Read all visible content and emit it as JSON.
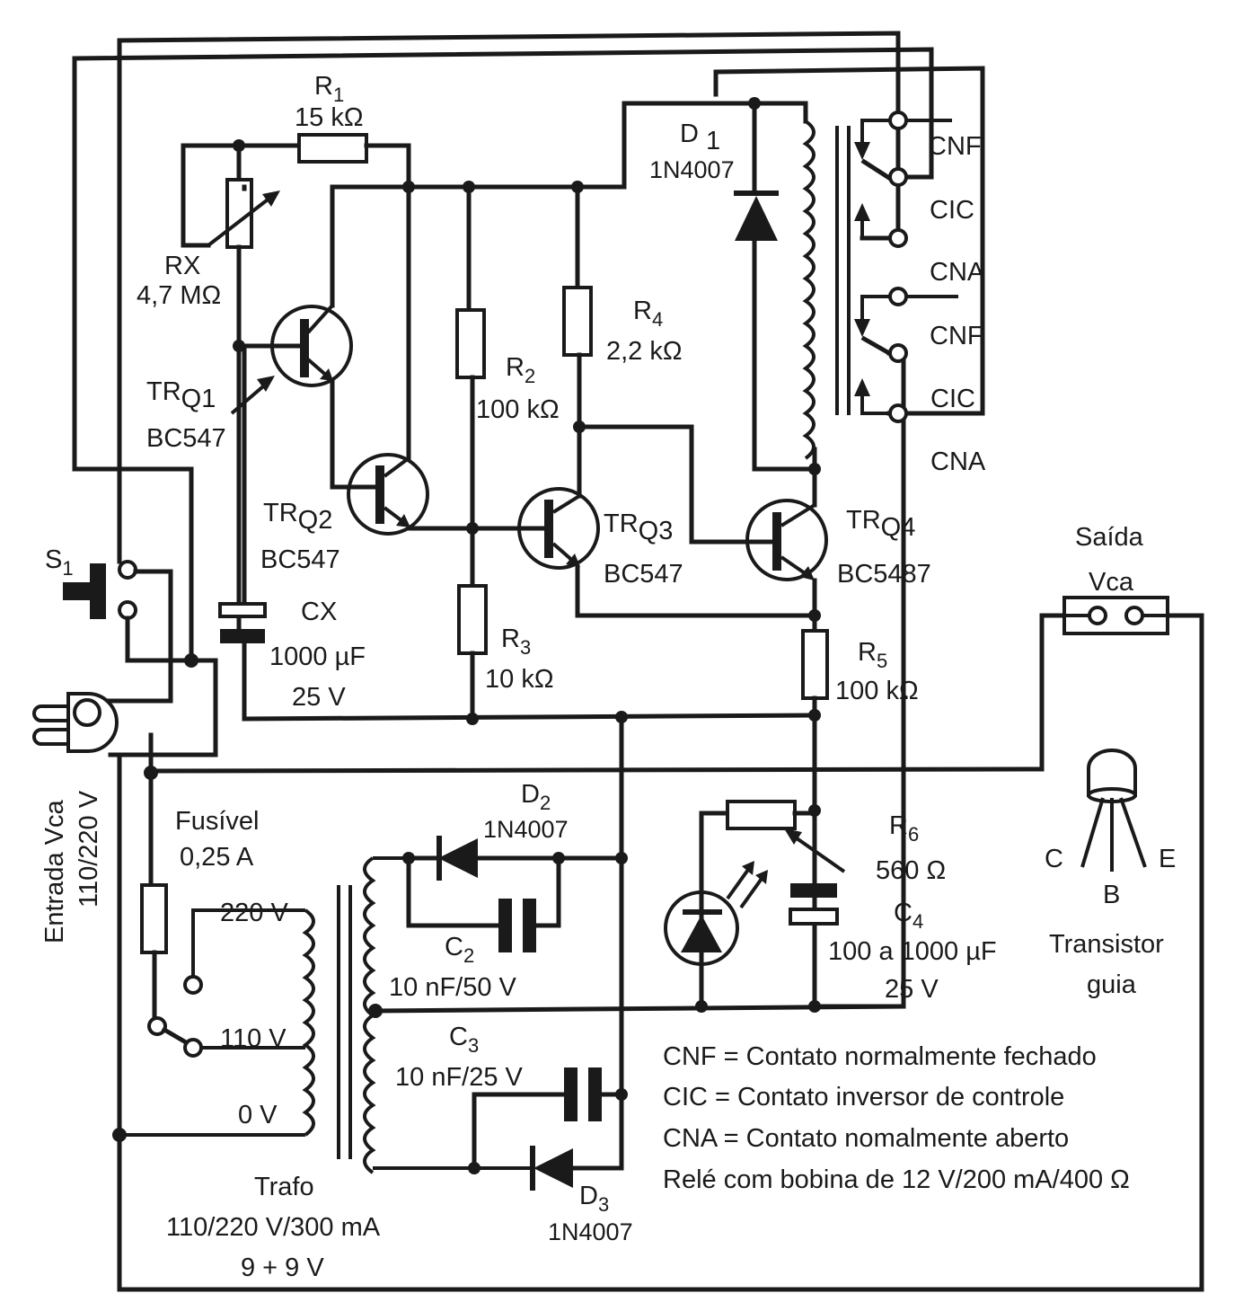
{
  "diagram": {
    "title": "Light-controlled relay switch schematic",
    "colors": {
      "ink": "#1a1a1a",
      "paper": "#ffffff"
    },
    "components": {
      "R1": {
        "name": "R",
        "sub": "1",
        "value": "15 kΩ"
      },
      "RX": {
        "name": "RX",
        "value": "4,7 MΩ"
      },
      "R2": {
        "name": "R",
        "sub": "2",
        "value": "100 kΩ"
      },
      "R3": {
        "name": "R",
        "sub": "3",
        "value": "10 kΩ"
      },
      "R4": {
        "name": "R",
        "sub": "4",
        "value": "2,2 kΩ"
      },
      "R5": {
        "name": "R",
        "sub": "5",
        "value": "100 kΩ"
      },
      "R6": {
        "name": "R",
        "sub": "6",
        "value": "560 Ω"
      },
      "CX": {
        "name": "CX",
        "value": "1000 µF",
        "voltage": "25 V"
      },
      "C2": {
        "name": "C",
        "sub": "2",
        "value": "10 nF/50 V"
      },
      "C3": {
        "name": "C",
        "sub": "3",
        "value": "10 nF/25 V"
      },
      "C4": {
        "name": "C",
        "sub": "4",
        "value": "100 a 1000 µF",
        "voltage": "25 V"
      },
      "D1": {
        "name": "D",
        "sub": "1",
        "part": "1N4007"
      },
      "D2": {
        "name": "D",
        "sub": "2",
        "part": "1N4007"
      },
      "D3": {
        "name": "D",
        "sub": "3",
        "part": "1N4007"
      },
      "TRQ1": {
        "name": "TR",
        "sub": "Q1",
        "part": "BC547"
      },
      "TRQ2": {
        "name": "TR",
        "sub": "Q2",
        "part": "BC547"
      },
      "TRQ3": {
        "name": "TR",
        "sub": "Q3",
        "part": "BC547"
      },
      "TRQ4": {
        "name": "TR",
        "sub": "Q4",
        "part": "BC5487"
      },
      "S1": {
        "name": "S",
        "sub": "1"
      },
      "fuse": {
        "name": "Fusível",
        "value": "0,25 A"
      },
      "trafo": {
        "name": "Trafo",
        "rating": "110/220 V/300 mA",
        "secondary": "9 + 9 V",
        "tap_220": "220 V",
        "tap_110": "110 V",
        "tap_0": "0 V"
      },
      "input": {
        "line1": "Entrada Vca",
        "line2": "110/220 V"
      },
      "output": {
        "line1": "Saída",
        "line2": "Vca"
      },
      "relay_contacts": {
        "set1": {
          "cnf": "CNF",
          "cic": "CIC",
          "cna": "CNA"
        },
        "set2": {
          "cnf": "CNF",
          "cic": "CIC",
          "cna": "CNA"
        }
      },
      "transistor_guide": {
        "c": "C",
        "b": "B",
        "e": "E",
        "line1": "Transistor",
        "line2": "guia"
      }
    },
    "legend": [
      "CNF = Contato normalmente fechado",
      "CIC = Contato inversor de controle",
      "CNA = Contato nomalmente aberto",
      "Relé com bobina de 12 V/200 mA/400 Ω"
    ]
  }
}
